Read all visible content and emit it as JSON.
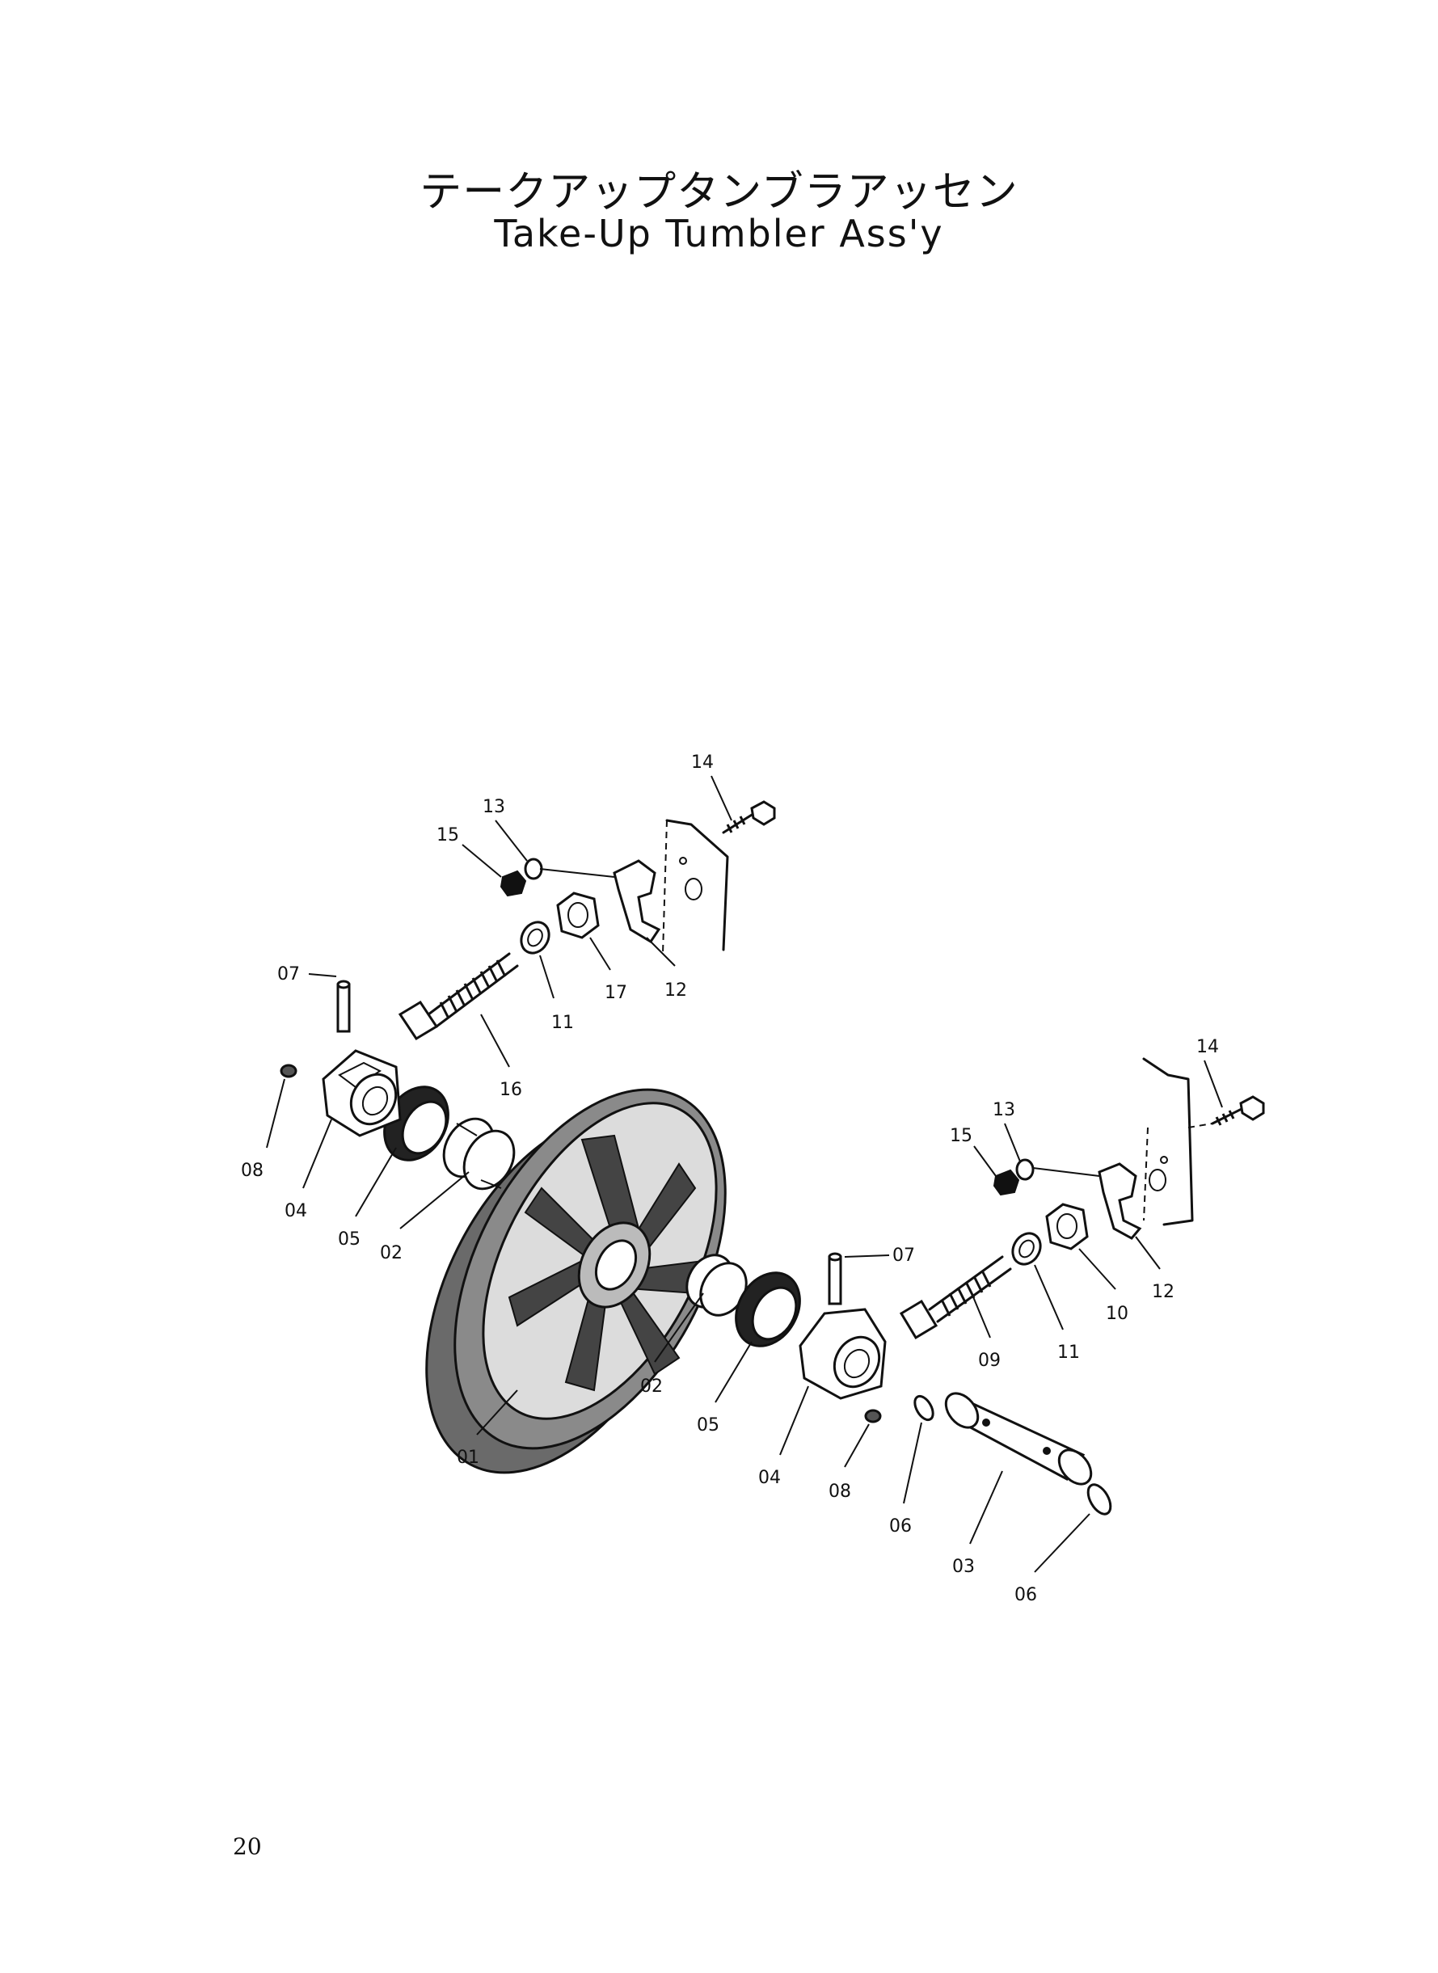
{
  "title": {
    "jp": "テークアップタンブラアッセン",
    "en": "Take-Up Tumbler Ass'y"
  },
  "page_number": "20",
  "callouts": {
    "c01": "01",
    "c02a": "02",
    "c02b": "02",
    "c03": "03",
    "c04a": "04",
    "c04b": "04",
    "c05a": "05",
    "c05b": "05",
    "c06a": "06",
    "c06b": "06",
    "c07a": "07",
    "c07b": "07",
    "c08a": "08",
    "c08b": "08",
    "c09": "09",
    "c10": "10",
    "c11a": "11",
    "c11b": "11",
    "c12a": "12",
    "c12b": "12",
    "c13a": "13",
    "c13b": "13",
    "c14a": "14",
    "c14b": "14",
    "c15a": "15",
    "c15b": "15",
    "c16": "16",
    "c17": "17"
  }
}
